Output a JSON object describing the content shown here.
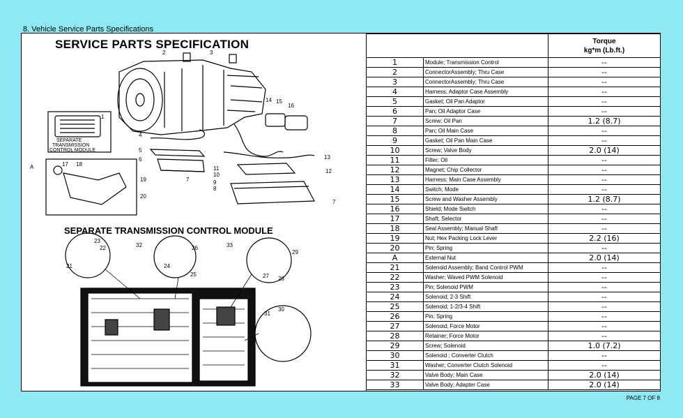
{
  "section_heading": "8. Vehicle Service Parts Specifications",
  "figure": {
    "title": "SERVICE PARTS SPECIFICATION",
    "subtitle": "SEPARATE TRANSMISSION CONTROL MODULE",
    "module_label": [
      "SEPARATE",
      "TRANSMISSION",
      "CONTROL MODULE"
    ],
    "callouts_top": [
      "2",
      "3",
      "1",
      "14",
      "15",
      "16",
      "4",
      "5",
      "6",
      "13",
      "17",
      "18",
      "A",
      "19",
      "20",
      "11",
      "10",
      "9",
      "8",
      "7",
      "12",
      "7"
    ],
    "callouts_bottom": [
      "23",
      "22",
      "21",
      "32",
      "26",
      "24",
      "25",
      "33",
      "29",
      "27",
      "28",
      "31",
      "30"
    ]
  },
  "table": {
    "header_line1": "Torque",
    "header_line2": "kg*m (Lb.ft.)",
    "rows": [
      {
        "num": "1",
        "desc": "Module; Transmission Control",
        "torque": "--"
      },
      {
        "num": "2",
        "desc": "ConnectorAssembly; Thru Case",
        "torque": "--"
      },
      {
        "num": "3",
        "desc": "ConnectorAssembly; Thru Case",
        "torque": "--"
      },
      {
        "num": "4",
        "desc": "Harness; Adaptor Case Assembly",
        "torque": "--"
      },
      {
        "num": "5",
        "desc": "Gasket; Oil Pan Adaptor",
        "torque": "--"
      },
      {
        "num": "6",
        "desc": "Pan; Oil Adaptor Case",
        "torque": "--"
      },
      {
        "num": "7",
        "desc": "Screw; Oil Pan",
        "torque": "1.2 (8.7)"
      },
      {
        "num": "8",
        "desc": "Pan; Oil Main Case",
        "torque": "--"
      },
      {
        "num": "9",
        "desc": "Gasket; Oil Pan Main Case",
        "torque": "--"
      },
      {
        "num": "10",
        "desc": "Screw; Valve Body",
        "torque": "2.0 (14)"
      },
      {
        "num": "11",
        "desc": "Filter; Oil",
        "torque": "--"
      },
      {
        "num": "12",
        "desc": "Magnet; Chip Collector",
        "torque": "--"
      },
      {
        "num": "13",
        "desc": "Harness; Main Case Assembly",
        "torque": "--"
      },
      {
        "num": "14",
        "desc": "Switch; Mode",
        "torque": "--"
      },
      {
        "num": "15",
        "desc": "Screw and Washer Assembly",
        "torque": "1.2 (8.7)"
      },
      {
        "num": "16",
        "desc": "Shield; Mode Switch",
        "torque": "--"
      },
      {
        "num": "17",
        "desc": "Shaft; Selector",
        "torque": "--"
      },
      {
        "num": "18",
        "desc": "Seal Assembly; Manual Shaft",
        "torque": "--"
      },
      {
        "num": "19",
        "desc": "Nut; Hex Packing Lock Lever",
        "torque": "2.2 (16)"
      },
      {
        "num": "20",
        "desc": "Pin; Spring",
        "torque": "--"
      },
      {
        "num": "A",
        "desc": "External Nut",
        "torque": "2.0 (14)"
      },
      {
        "num": "21",
        "desc": "Solenoid Assembly; Band Control PWM",
        "torque": "--"
      },
      {
        "num": "22",
        "desc": "Washer; Waved PWM Solenoid",
        "torque": "--"
      },
      {
        "num": "23",
        "desc": "Pin; Solenoid PWM",
        "torque": "--"
      },
      {
        "num": "24",
        "desc": "Solenoid; 2-3 Shift",
        "torque": "--"
      },
      {
        "num": "25",
        "desc": "Solenoid; 1-2/3-4 Shift",
        "torque": "--"
      },
      {
        "num": "26",
        "desc": "Pin; Spring",
        "torque": "--"
      },
      {
        "num": "27",
        "desc": "Solenoid; Force Motor",
        "torque": "--"
      },
      {
        "num": "28",
        "desc": "Retainer; Force Motor",
        "torque": "--"
      },
      {
        "num": "29",
        "desc": "Screw; Solenoid",
        "torque": "1.0 (7.2)"
      },
      {
        "num": "30",
        "desc": "Solenoid ; Converter Clutch",
        "torque": "--"
      },
      {
        "num": "31",
        "desc": "Washer; Converter Clutch Solenoid",
        "torque": "--"
      },
      {
        "num": "32",
        "desc": "Valve Body; Main Case",
        "torque": "2.0 (14)"
      },
      {
        "num": "33",
        "desc": "Valve Body; Adapter Case",
        "torque": "2.0 (14)"
      }
    ]
  },
  "footer": {
    "page": "PAGE 7 OF 8"
  },
  "colors": {
    "background": "#8fe9f5",
    "paper": "#ffffff",
    "ink": "#000000"
  }
}
